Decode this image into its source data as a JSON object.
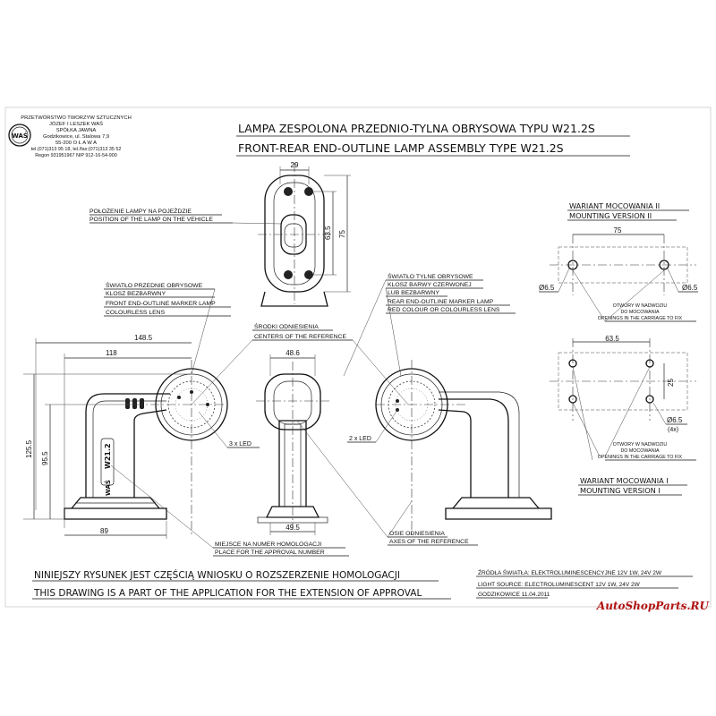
{
  "company": {
    "logo_text": "WAŚ",
    "line1": "PRZETWÓRSTWO TWORZYW SZTUCZNYCH",
    "line2": "JÓZEF I LESZEK WAŚ",
    "line3": "SPÓŁKA JAWNA",
    "line4": "Godzikowice, ul. Stalowa 7,9",
    "line5": "55-200    O Ł A W A",
    "line6": "tel.(071)313 95 18, tel./fax:(071)313 35 52",
    "line7": "Regon 931951967 NIP 912-16-54-900"
  },
  "title": {
    "pl": "LAMPA ZESPOLONA PRZEDNIO-TYLNA OBRYSOWA TYPU W21.2S",
    "en": "FRONT-REAR END-OUTLINE LAMP ASSEMBLY TYPE W21.2S"
  },
  "labels": {
    "position_pl": "POŁOŻENIE LAMPY NA POJEŹDZIE",
    "position_en": "POSITION OF THE LAMP ON THE VEHICLE",
    "front_pl1": "ŚWIATŁO PRZEDNIE OBRYSOWE",
    "front_pl2": "KLOSZ BEZBARWNY",
    "front_en1": "FRONT END-OUTLINE MARKER LAMP",
    "front_en2": "COLOURLESS LENS",
    "rear_pl1": "ŚWIATŁO TYLNE OBRYSOWE",
    "rear_pl2": "KLOSZ BARWY CZERWONEJ",
    "rear_pl3": "LUB BEZBARWNY",
    "rear_en1": "REAR END-OUTLINE MARKER LAMP",
    "rear_en2": "RED COLOUR OR COLOURLESS LENS",
    "centers_pl": "ŚRODKI ODNIESIENIA",
    "centers_en": "CENTERS OF THE REFERENCE",
    "axes_pl": "OSIE ODNIESIENIA",
    "axes_en": "AXES OF THE REFERENCE",
    "homolog_pl": "MIEJSCE NA NUMER HOMOLOGACJI",
    "homolog_en": "PLACE FOR THE APPROVAL NUMBER",
    "led3": "3 x LED",
    "led2": "2 x LED",
    "body_marking": "W21.2"
  },
  "dimensions": {
    "top_width": "29",
    "top_h1": "63.5",
    "top_h2": "75",
    "d_148": "148.5",
    "d_118": "118",
    "d_1255": "125.5",
    "d_955": "95.5",
    "d_89": "89",
    "d_486": "48.6",
    "d_495": "49.5"
  },
  "mount2": {
    "title_pl": "WARIANT MOCOWANIA II",
    "title_en": "MOUNTING VERSION II",
    "dim_75": "75",
    "dia_left": "Ø6.5",
    "dia_right": "Ø6.5",
    "note_pl1": "OTWORY W NADWOZIU",
    "note_pl2": "DO MOCOWANIA",
    "note_en": "OPENINGS IN THE CARRIAGE TO FIX"
  },
  "mount1": {
    "title_pl": "WARIANT MOCOWANIA I",
    "title_en": "MOUNTING VERSION I",
    "dim_635": "63.5",
    "dim_25": "25",
    "dia": "Ø6.5",
    "count": "(4x)",
    "note_pl1": "OTWORY W NADWOZIU",
    "note_pl2": "DO MOCOWANIA",
    "note_en": "OPENINGS IN THE CARRIAGE TO FIX"
  },
  "footer": {
    "pl": "NINIEJSZY RYSUNEK JEST CZĘŚCIĄ WNIOSKU O  ROZSZERZENIE  HOMOLOGACJI",
    "en": "THIS DRAWING IS A PART OF THE APPLICATION FOR THE EXTENSION OF APPROVAL",
    "src_pl": "ŹRÓDŁA ŚWIATŁA: ELEKTROLUMINESCENCYJNE  12V  1W, 24V  2W",
    "src_en": "LIGHT SOURCE: ELECTROLUMINESCENT  12V  1W, 24V  2W",
    "date": "GODZIKOWICE 11.04.2011"
  },
  "watermark": "AutoShopParts.RU"
}
